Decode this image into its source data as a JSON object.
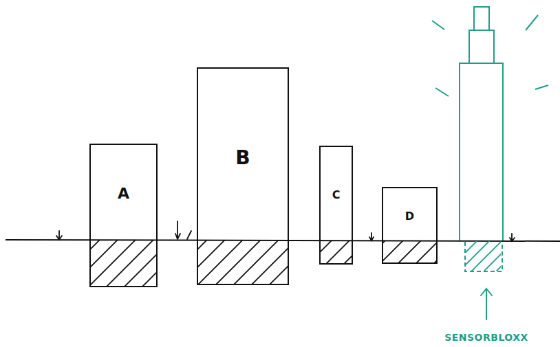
{
  "diagram": {
    "nodes": [
      {
        "text": [
          "A"
        ]
      },
      {
        "text": [
          "B"
        ]
      },
      {
        "text": [
          "C"
        ]
      },
      {
        "text": [
          "D"
        ]
      }
    ],
    "labels": [
      "SENSORBLOXX"
    ]
  }
}
